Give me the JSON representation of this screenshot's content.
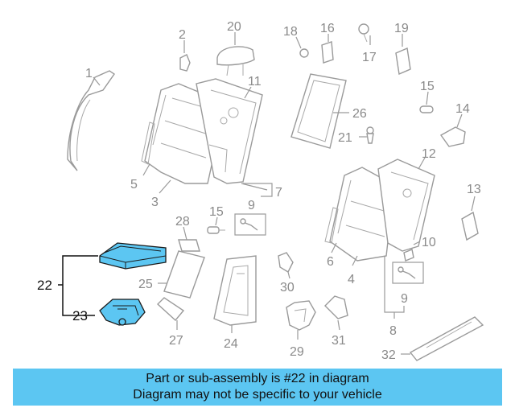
{
  "callouts": {
    "c1": "1",
    "c2": "2",
    "c3": "3",
    "c4": "4",
    "c5": "5",
    "c6": "6",
    "c7": "7",
    "c8": "8",
    "c9a": "9",
    "c9b": "9",
    "c10": "10",
    "c11": "11",
    "c12": "12",
    "c13": "13",
    "c14": "14",
    "c15a": "15",
    "c15b": "15",
    "c16": "16",
    "c17": "17",
    "c18": "18",
    "c19": "19",
    "c20": "20",
    "c21": "21",
    "c22": "22",
    "c23": "23",
    "c24": "24",
    "c25": "25",
    "c26": "26",
    "c27": "27",
    "c28": "28",
    "c29": "29",
    "c30": "30",
    "c31": "31",
    "c32": "32"
  },
  "highlight": {
    "color": "#5cc6f2",
    "parts": [
      "22",
      "23"
    ]
  },
  "banner": {
    "line1": "Part or sub-assembly is #22 in diagram",
    "line2": "Diagram may not be specific to your vehicle"
  }
}
